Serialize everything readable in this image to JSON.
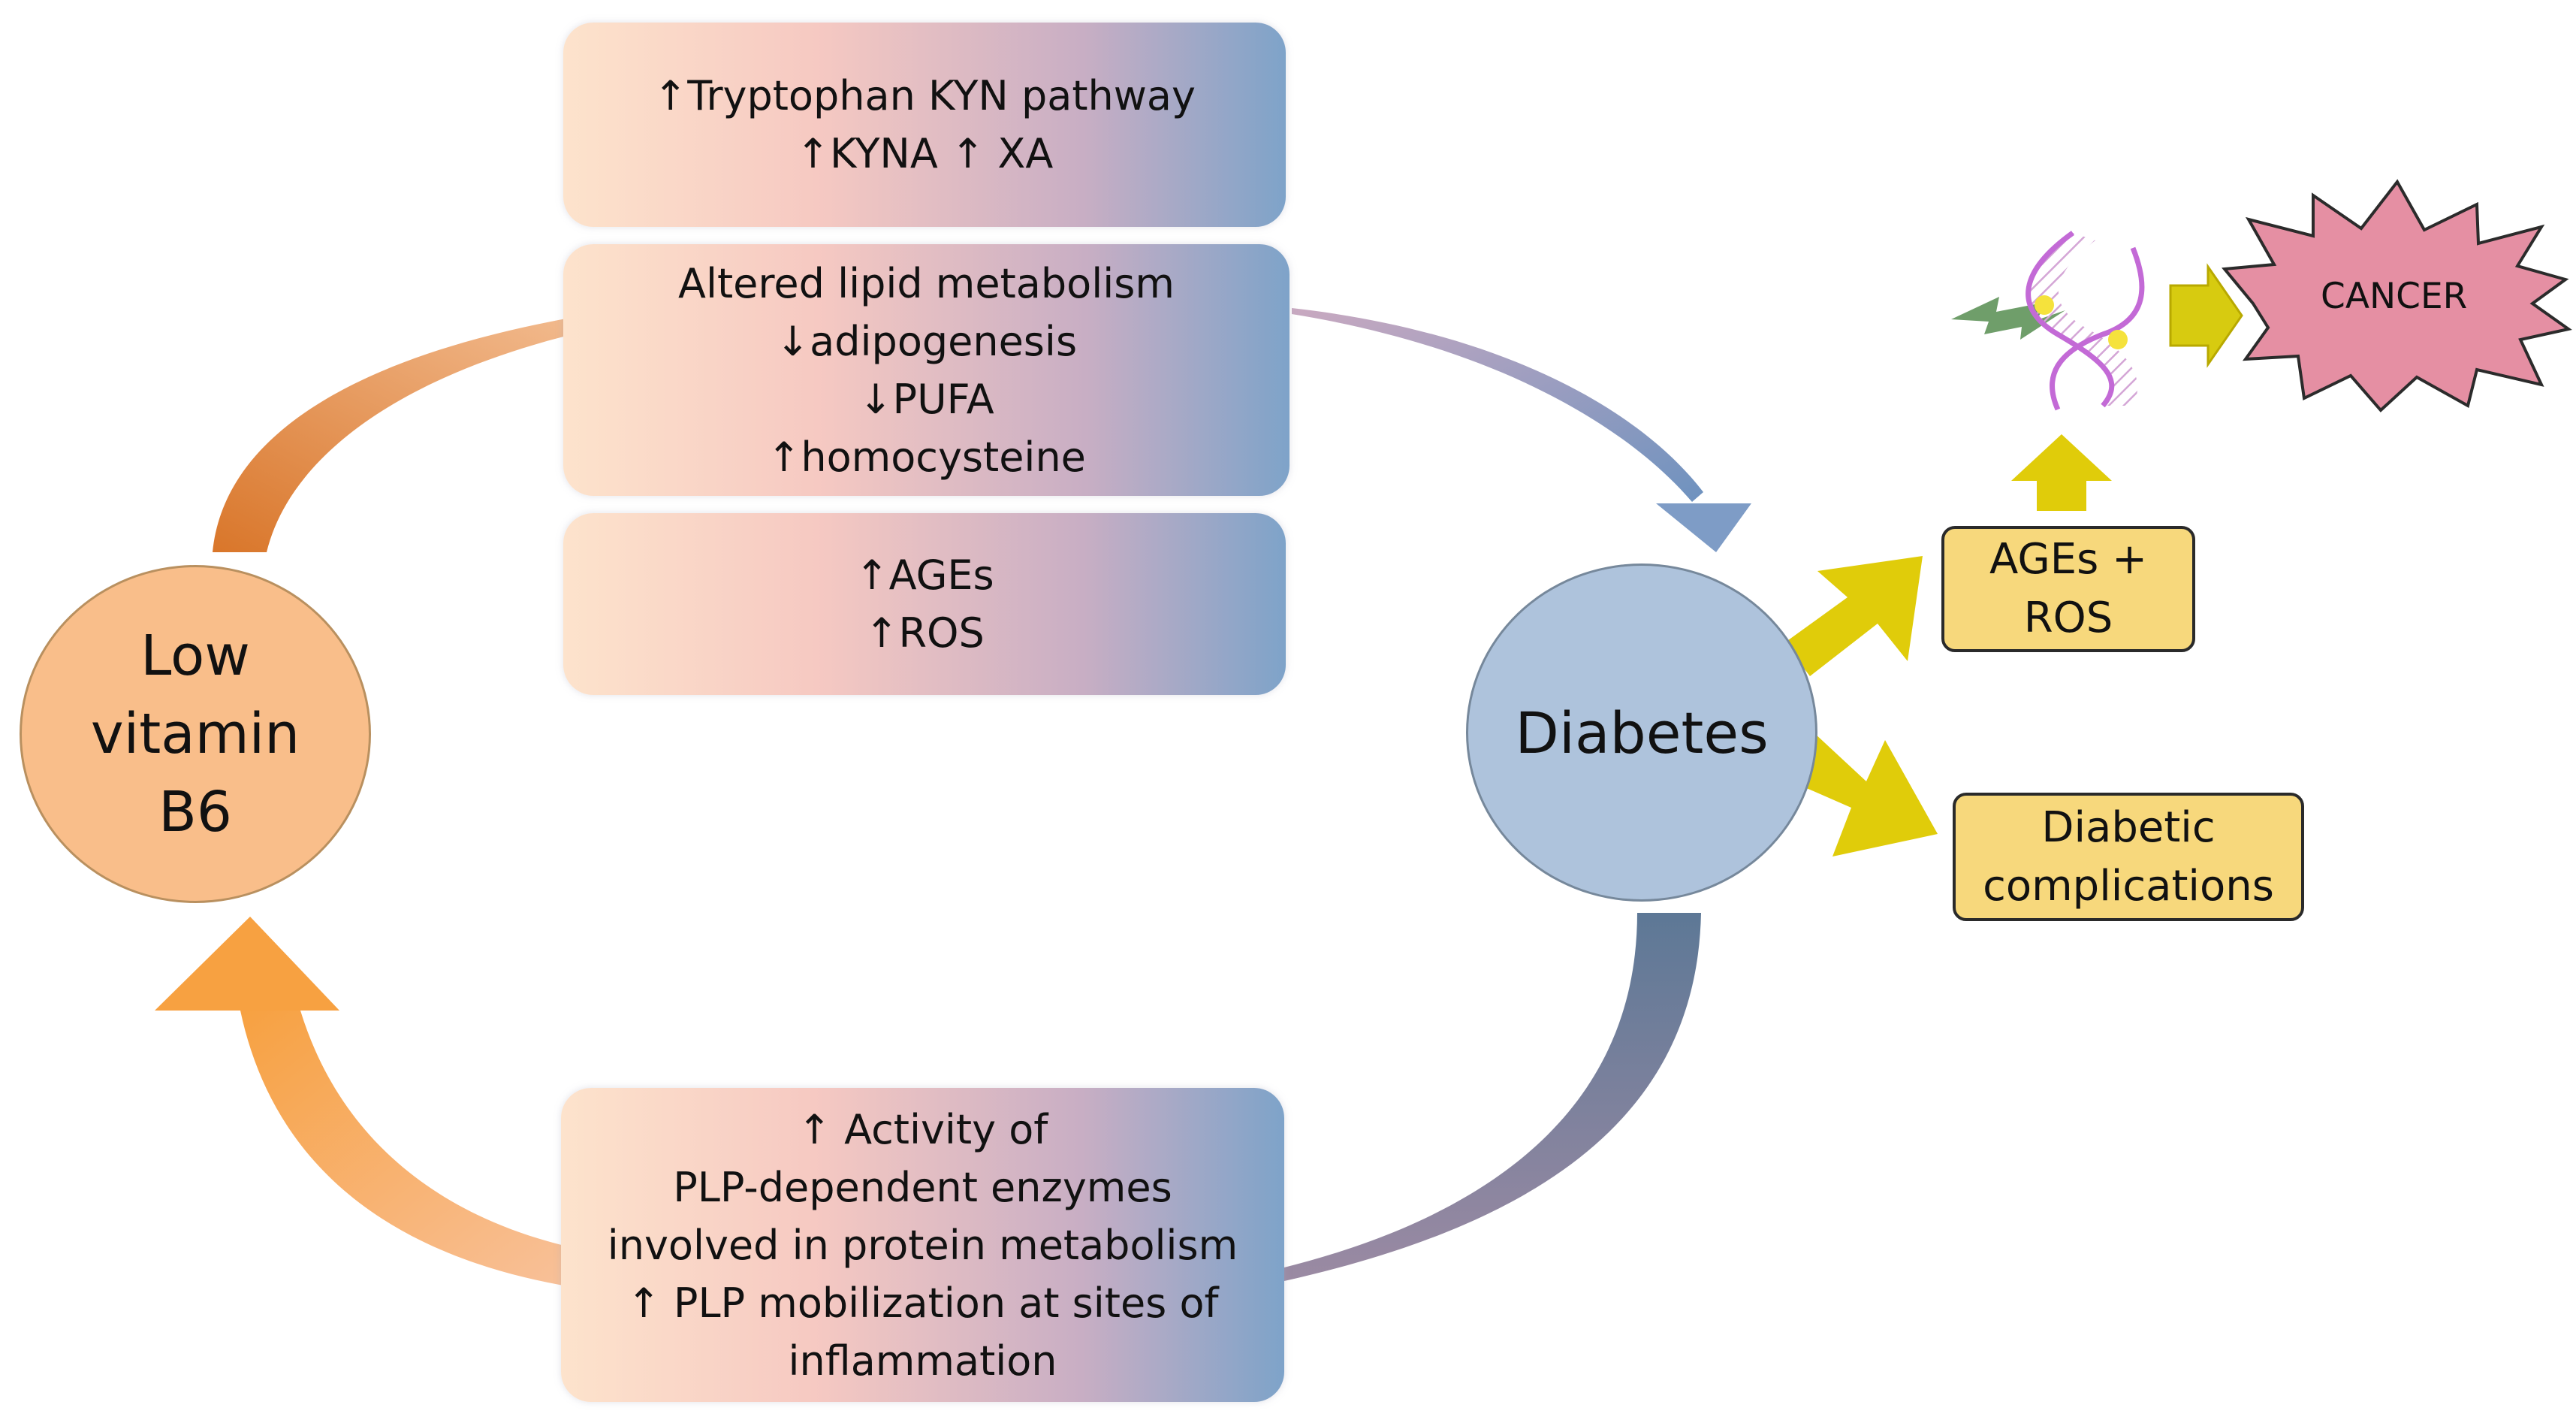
{
  "boxes": {
    "tryptophan": {
      "lines": [
        "↑Tryptophan KYN pathway",
        "↑KYNA ↑ XA"
      ]
    },
    "lipid": {
      "lines": [
        "Altered lipid metabolism",
        "↓adipogenesis",
        "↓PUFA",
        "↑homocysteine"
      ]
    },
    "ages_ros_up": {
      "lines": [
        "↑AGEs",
        "↑ROS"
      ]
    },
    "plp": {
      "lines": [
        "↑ Activity of",
        "PLP-dependent enzymes",
        "involved in protein metabolism",
        "↑ PLP mobilization at sites of",
        "inflammation"
      ]
    }
  },
  "nodes": {
    "low_b6": {
      "lines": [
        "Low",
        "vitamin",
        "B6"
      ]
    },
    "diabetes": {
      "label": "Diabetes"
    }
  },
  "outcomes": {
    "ages_plus_ros": {
      "lines": [
        "AGEs +",
        "ROS"
      ]
    },
    "complications": {
      "lines": [
        "Diabetic",
        "complications"
      ]
    },
    "cancer": {
      "label": "CANCER"
    }
  },
  "icons": {
    "dna": "dna-icon",
    "damage": "lightning-bolt-icon",
    "cancer": "starburst-icon"
  },
  "colors": {
    "orange_arrow": "#f7a141",
    "blue_arrow": "#6b87a8",
    "yellow_arrow": "#e0cc0a",
    "cancer_star": "#e58fa3",
    "low_b6_fill": "#f9be8a",
    "diabetes_fill": "#aec3dc",
    "outcome_box_fill": "#f7d87c"
  }
}
